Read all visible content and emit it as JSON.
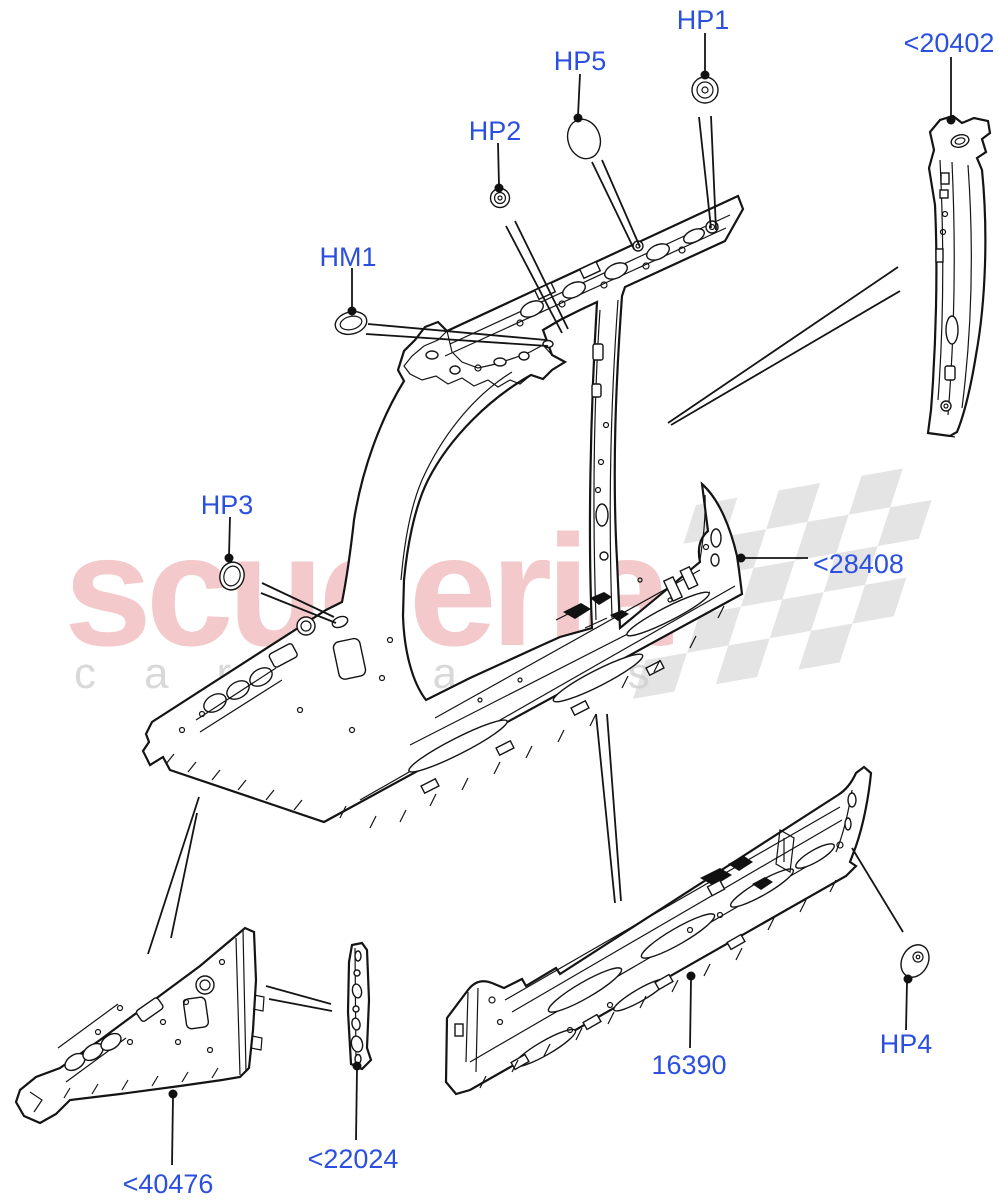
{
  "diagram": {
    "title_hidden": "",
    "label_color": "#2b50e0",
    "line_color": "#141414",
    "labels": {
      "hp1": "HP1",
      "hp2": "HP2",
      "hp3": "HP3",
      "hp4": "HP4",
      "hp5": "HP5",
      "hm1": "HM1",
      "p20402": "<20402",
      "p28408": "<28408",
      "p40476": "<40476",
      "p22024": "<22024",
      "p16390": "16390"
    },
    "watermark": {
      "brand": "scuderia",
      "sub_left": "car",
      "sub_right": "parts",
      "brand_color": "#f3c9cb",
      "sub_color": "#d9d9d9",
      "checker_color": "#cccccc"
    }
  }
}
